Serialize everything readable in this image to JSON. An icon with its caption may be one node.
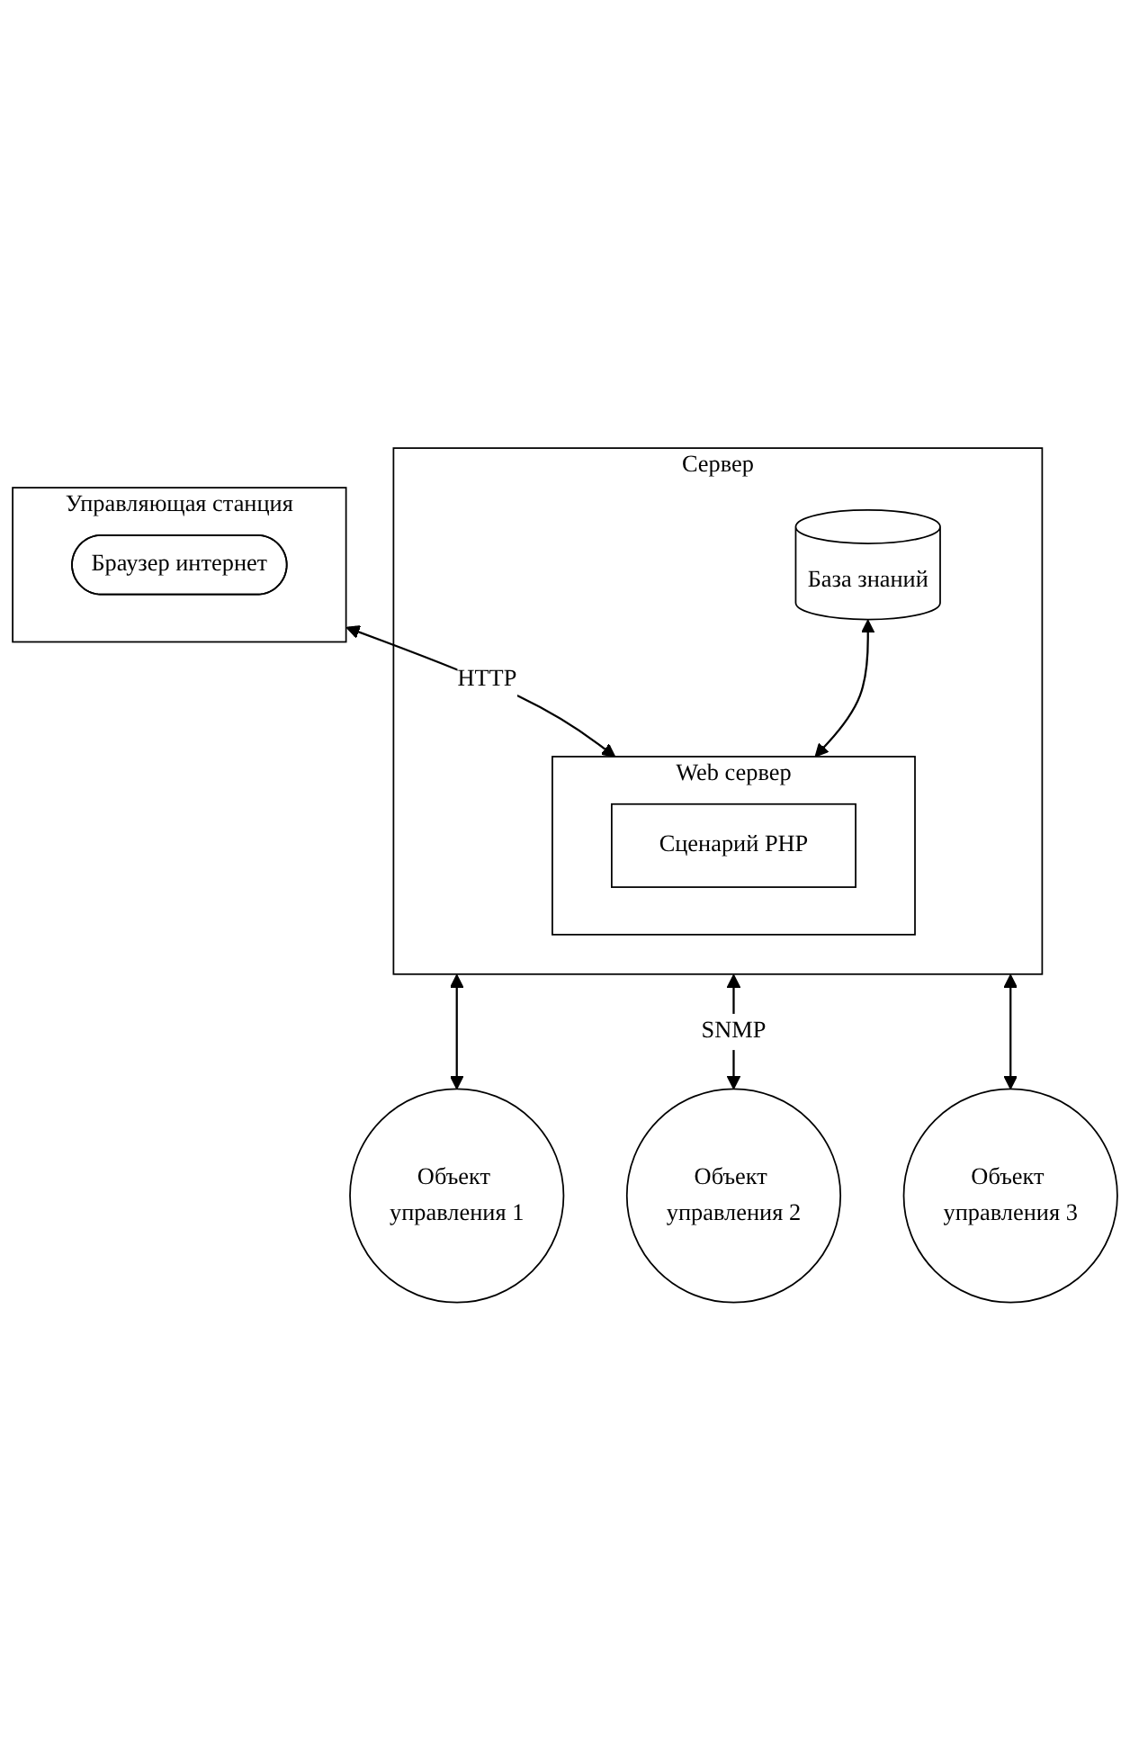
{
  "diagram": {
    "nodes": [
      {
        "text": [
          "Управляющая станция"
        ]
      },
      {
        "text": [
          "Браузер интернет"
        ],
        "in": 0
      },
      {
        "text": [
          "Сервер"
        ]
      },
      {
        "text": [
          "База знаний"
        ],
        "in": 2
      },
      {
        "text": [
          "Web сервер"
        ],
        "in": 2
      },
      {
        "text": [
          "Сценарий PHP"
        ],
        "in": 4
      },
      {
        "text": [
          "Объект управления 1"
        ]
      },
      {
        "text": [
          "Объект управления 2"
        ]
      },
      {
        "text": [
          "Объект управления 3"
        ]
      }
    ],
    "edges": [
      {
        "from": 0,
        "to": 4,
        "arrow": "both",
        "label": "HTTP"
      },
      {
        "from": 3,
        "to": 4,
        "arrow": "both"
      },
      {
        "from": 2,
        "to": 6,
        "arrow": "both"
      },
      {
        "from": 2,
        "to": 7,
        "arrow": "both",
        "label": "SNMP"
      },
      {
        "from": 2,
        "to": 8,
        "arrow": "both"
      }
    ]
  }
}
